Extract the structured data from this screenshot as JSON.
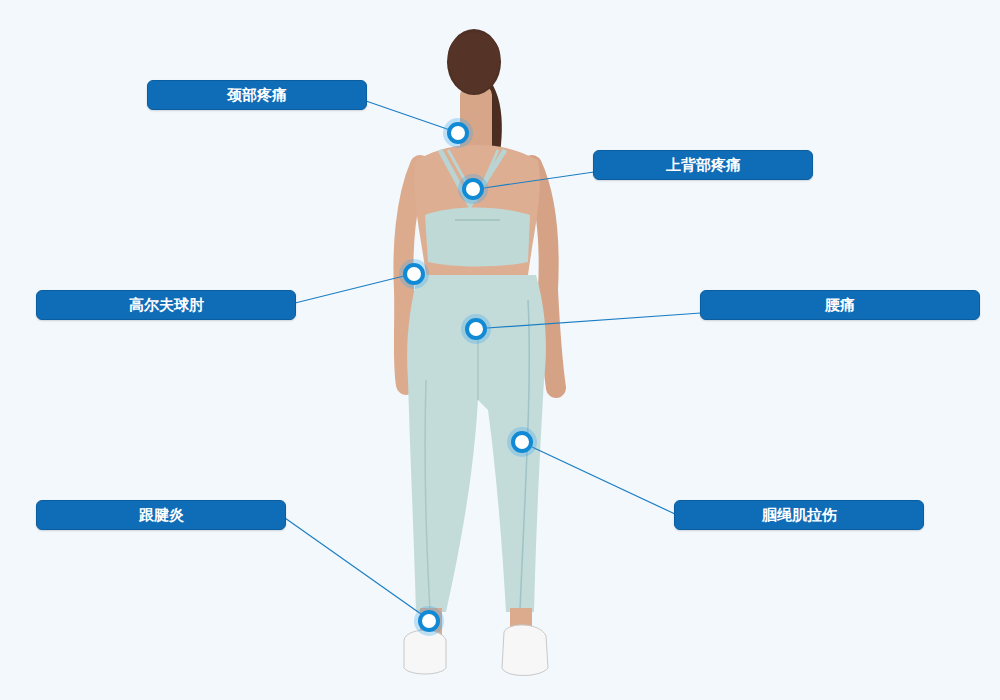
{
  "diagram": {
    "nodes": [
      {
        "text": [
          "颈部疼痛"
        ]
      },
      {
        "text": [
          "上背部疼痛"
        ]
      },
      {
        "text": [
          "高尔夫球肘"
        ]
      },
      {
        "text": [
          "腰痛"
        ]
      },
      {
        "text": [
          "跟腱炎"
        ]
      },
      {
        "text": [
          "腘绳肌拉伤"
        ]
      }
    ]
  }
}
